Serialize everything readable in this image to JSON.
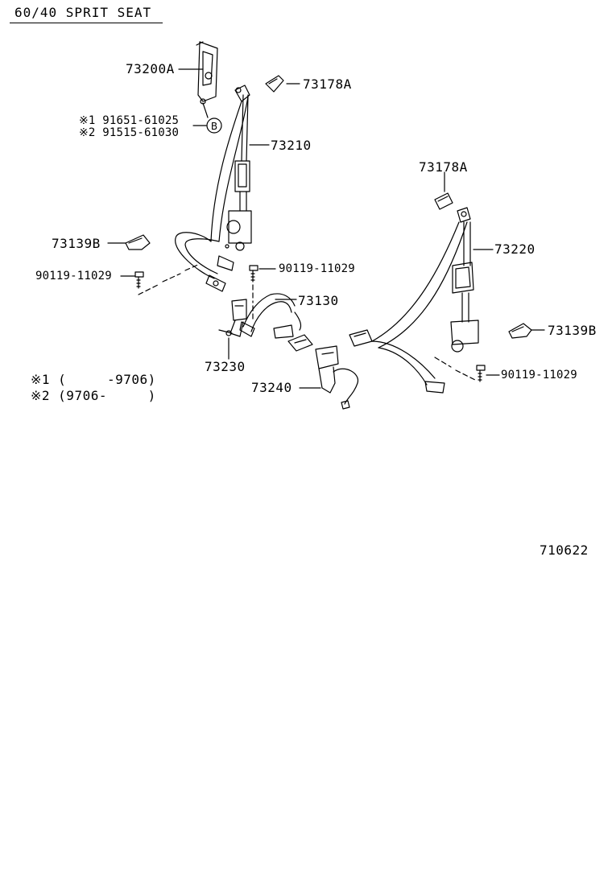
{
  "title": "60/40 SPRIT SEAT",
  "diagram_id": "710622",
  "parts": {
    "p73200A": "73200A",
    "p73178A_left": "73178A",
    "p73210": "73210",
    "p73178A_right": "73178A",
    "p73139B_left": "73139B",
    "p90119_left": "90119-11029",
    "p90119_center": "90119-11029",
    "p73130": "73130",
    "p73220": "73220",
    "p73139B_right": "73139B",
    "p90119_right": "90119-11029",
    "p73230": "73230",
    "p73240": "73240"
  },
  "bolt_note": {
    "line1": "※1 91651-61025",
    "line2": "※2 91515-61030",
    "ref_letter": "B"
  },
  "legend": {
    "line1": "※1 (     -9706)",
    "line2": "※2 (9706-     )"
  }
}
